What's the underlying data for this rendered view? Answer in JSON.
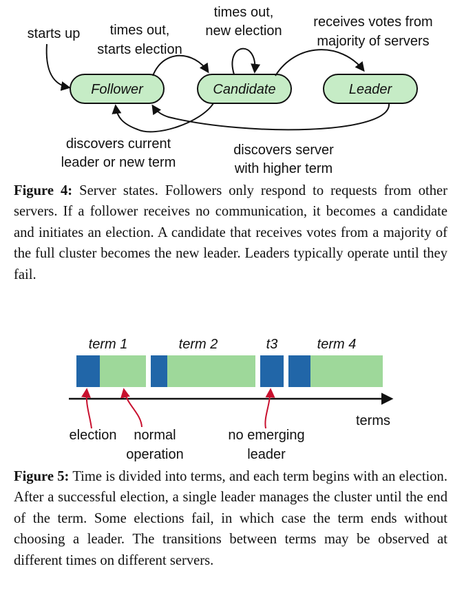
{
  "figure4": {
    "states": {
      "follower": "Follower",
      "candidate": "Candidate",
      "leader": "Leader"
    },
    "labels": {
      "starts_up": "starts up",
      "times_out_1": "times out,",
      "starts_election": "starts election",
      "times_out_2": "times out,",
      "new_election": "new election",
      "receives_votes_1": "receives votes from",
      "receives_votes_2": "majority of servers",
      "discovers_current_1": "discovers current",
      "discovers_current_2": "leader or new term",
      "discovers_server_1": "discovers server",
      "discovers_server_2": "with higher term"
    },
    "caption_label": "Figure 4:",
    "caption_text": "Server states. Followers only respond to requests from other servers. If a follower receives no communication, it becomes a candidate and initiates an election. A candidate that receives votes from a majority of the full cluster becomes the new leader. Leaders typically operate until they fail."
  },
  "figure5": {
    "terms": {
      "term1": "term 1",
      "term2": "term 2",
      "t3": "t3",
      "term4": "term 4"
    },
    "axis_label": "terms",
    "annotations": {
      "election": "election",
      "normal_1": "normal",
      "normal_2": "operation",
      "no_emerging_1": "no emerging",
      "no_emerging_2": "leader"
    },
    "caption_label": "Figure 5:",
    "caption_text": "Time is divided into terms, and each term begins with an election. After a successful election, a single leader manages the cluster until the end of the term. Some elections fail, in which case the term ends without choosing a leader. The transitions between terms may be observed at different times on different servers."
  },
  "colors": {
    "state_fill": "#c6ecc6",
    "state_stroke": "#111111",
    "election_blue": "#2166a8",
    "normal_green": "#9ed89a",
    "annotation_red": "#c8102e"
  }
}
